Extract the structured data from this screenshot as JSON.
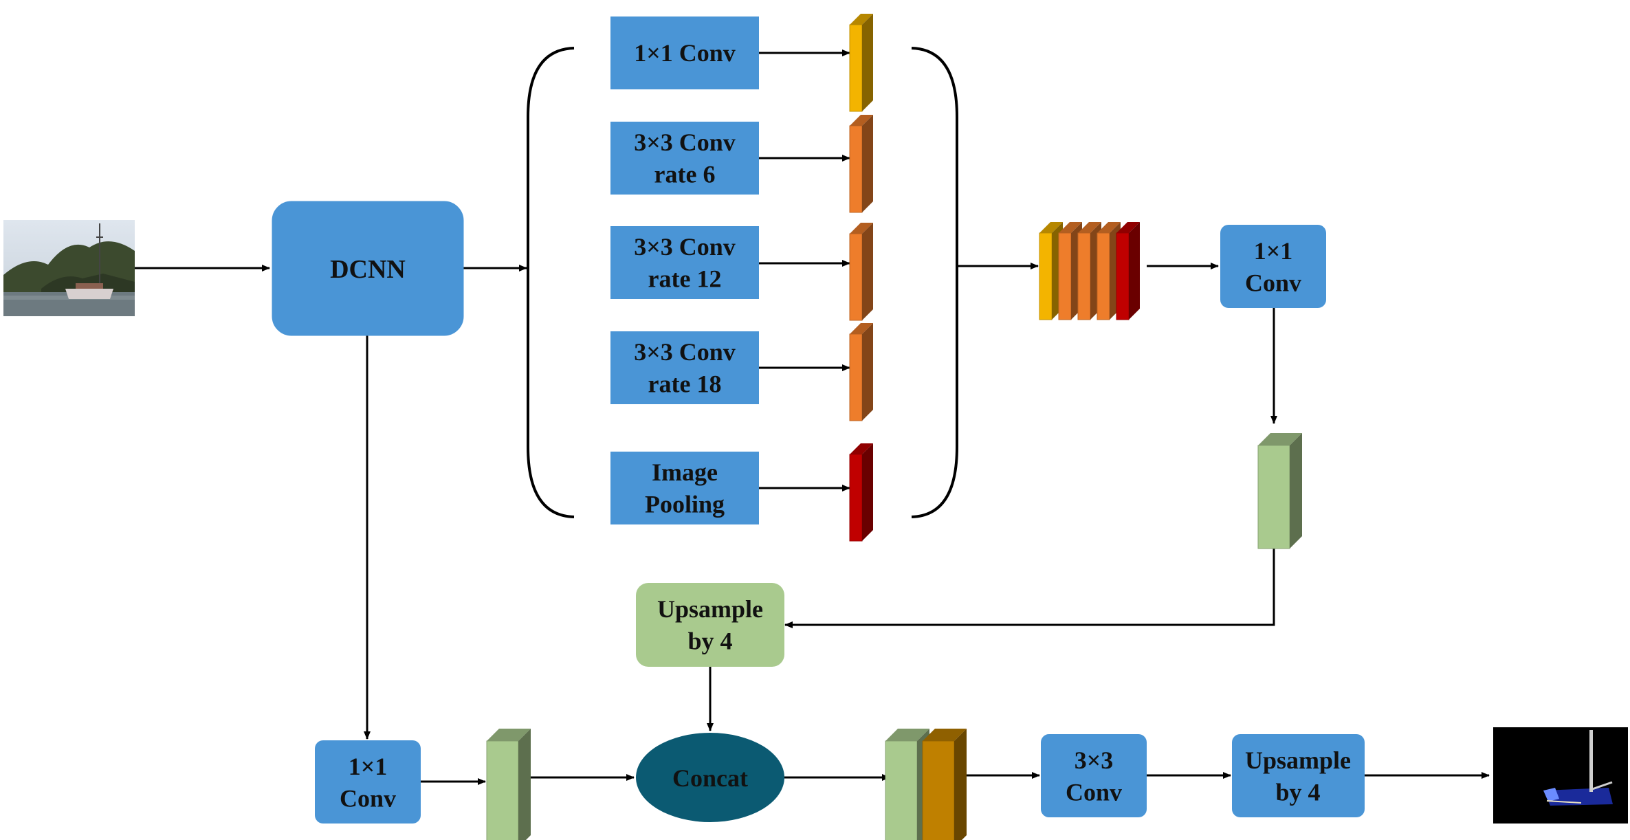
{
  "colors": {
    "blue_block": "#4a95d6",
    "green_block": "#a9ca8e",
    "concat_fill": "#0b5a72",
    "arrow": "#000000",
    "feature_yellow": "#f3b400",
    "feature_orange": "#ee7d2b",
    "feature_red": "#c00000",
    "feature_green": "#a9ca8e",
    "feature_gold": "#bf8000"
  },
  "icons": {
    "input_image": "river-boat-photo",
    "output_mask": "segmentation-mask"
  },
  "blocks": {
    "dcnn": {
      "lines": [
        "DCNN"
      ]
    },
    "aspp_conv1x1": {
      "lines": [
        "1×1 Conv"
      ]
    },
    "aspp_rate6": {
      "lines": [
        "3×3 Conv",
        "rate 6"
      ]
    },
    "aspp_rate12": {
      "lines": [
        "3×3 Conv",
        "rate 12"
      ]
    },
    "aspp_rate18": {
      "lines": [
        "3×3 Conv",
        "rate 18"
      ]
    },
    "aspp_pooling": {
      "lines": [
        "Image",
        "Pooling"
      ]
    },
    "encoder_conv1x1": {
      "lines": [
        "1×1",
        "Conv"
      ]
    },
    "upsample_a": {
      "lines": [
        "Upsample",
        "by 4"
      ]
    },
    "decoder_conv1x1": {
      "lines": [
        "1×1",
        "Conv"
      ]
    },
    "concat": {
      "lines": [
        "Concat"
      ]
    },
    "decoder_conv3x3": {
      "lines": [
        "3×3",
        "Conv"
      ]
    },
    "upsample_b": {
      "lines": [
        "Upsample",
        "by 4"
      ]
    }
  }
}
